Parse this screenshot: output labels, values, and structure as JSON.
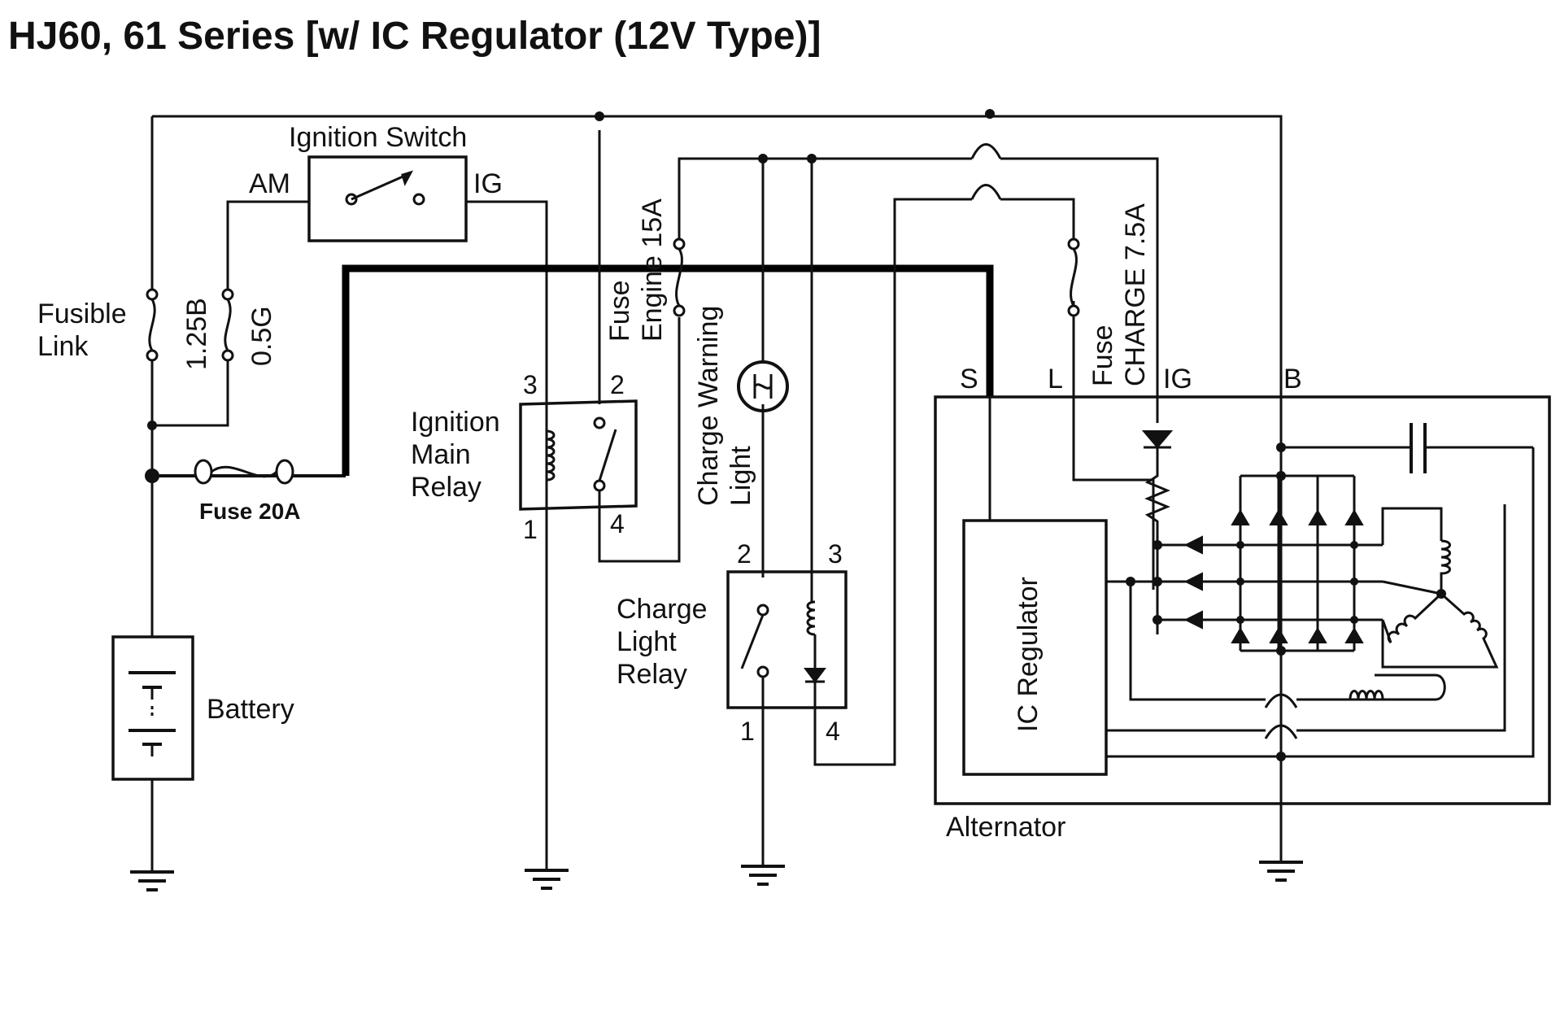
{
  "title": "HJ60, 61 Series [w/ IC Regulator (12V Type)]",
  "labels": {
    "ignition_switch": "Ignition Switch",
    "am": "AM",
    "ig_switch": "IG",
    "fusible": "Fusible",
    "link": "Link",
    "wire_125b": "1.25B",
    "wire_05g": "0.5G",
    "fuse_20a": "Fuse 20A",
    "battery": "Battery",
    "ignition": "Ignition",
    "main": "Main",
    "relay": "Relay",
    "fuse_engine_1": "Fuse",
    "fuse_engine_2": "Engine 15A",
    "charge_warning_1": "Charge Warning",
    "charge_warning_2": "Light",
    "charge": "Charge",
    "light": "Light",
    "relay2": "Relay",
    "fuse_charge_1": "Fuse",
    "fuse_charge_2": "CHARGE 7.5A",
    "term_s": "S",
    "term_l": "L",
    "term_ig": "IG",
    "term_b": "B",
    "ic_regulator": "IC Regulator",
    "alternator": "Alternator"
  },
  "pins": {
    "imr_3": "3",
    "imr_2": "2",
    "imr_1": "1",
    "imr_4": "4",
    "clr_2": "2",
    "clr_3": "3",
    "clr_1": "1",
    "clr_4": "4"
  }
}
